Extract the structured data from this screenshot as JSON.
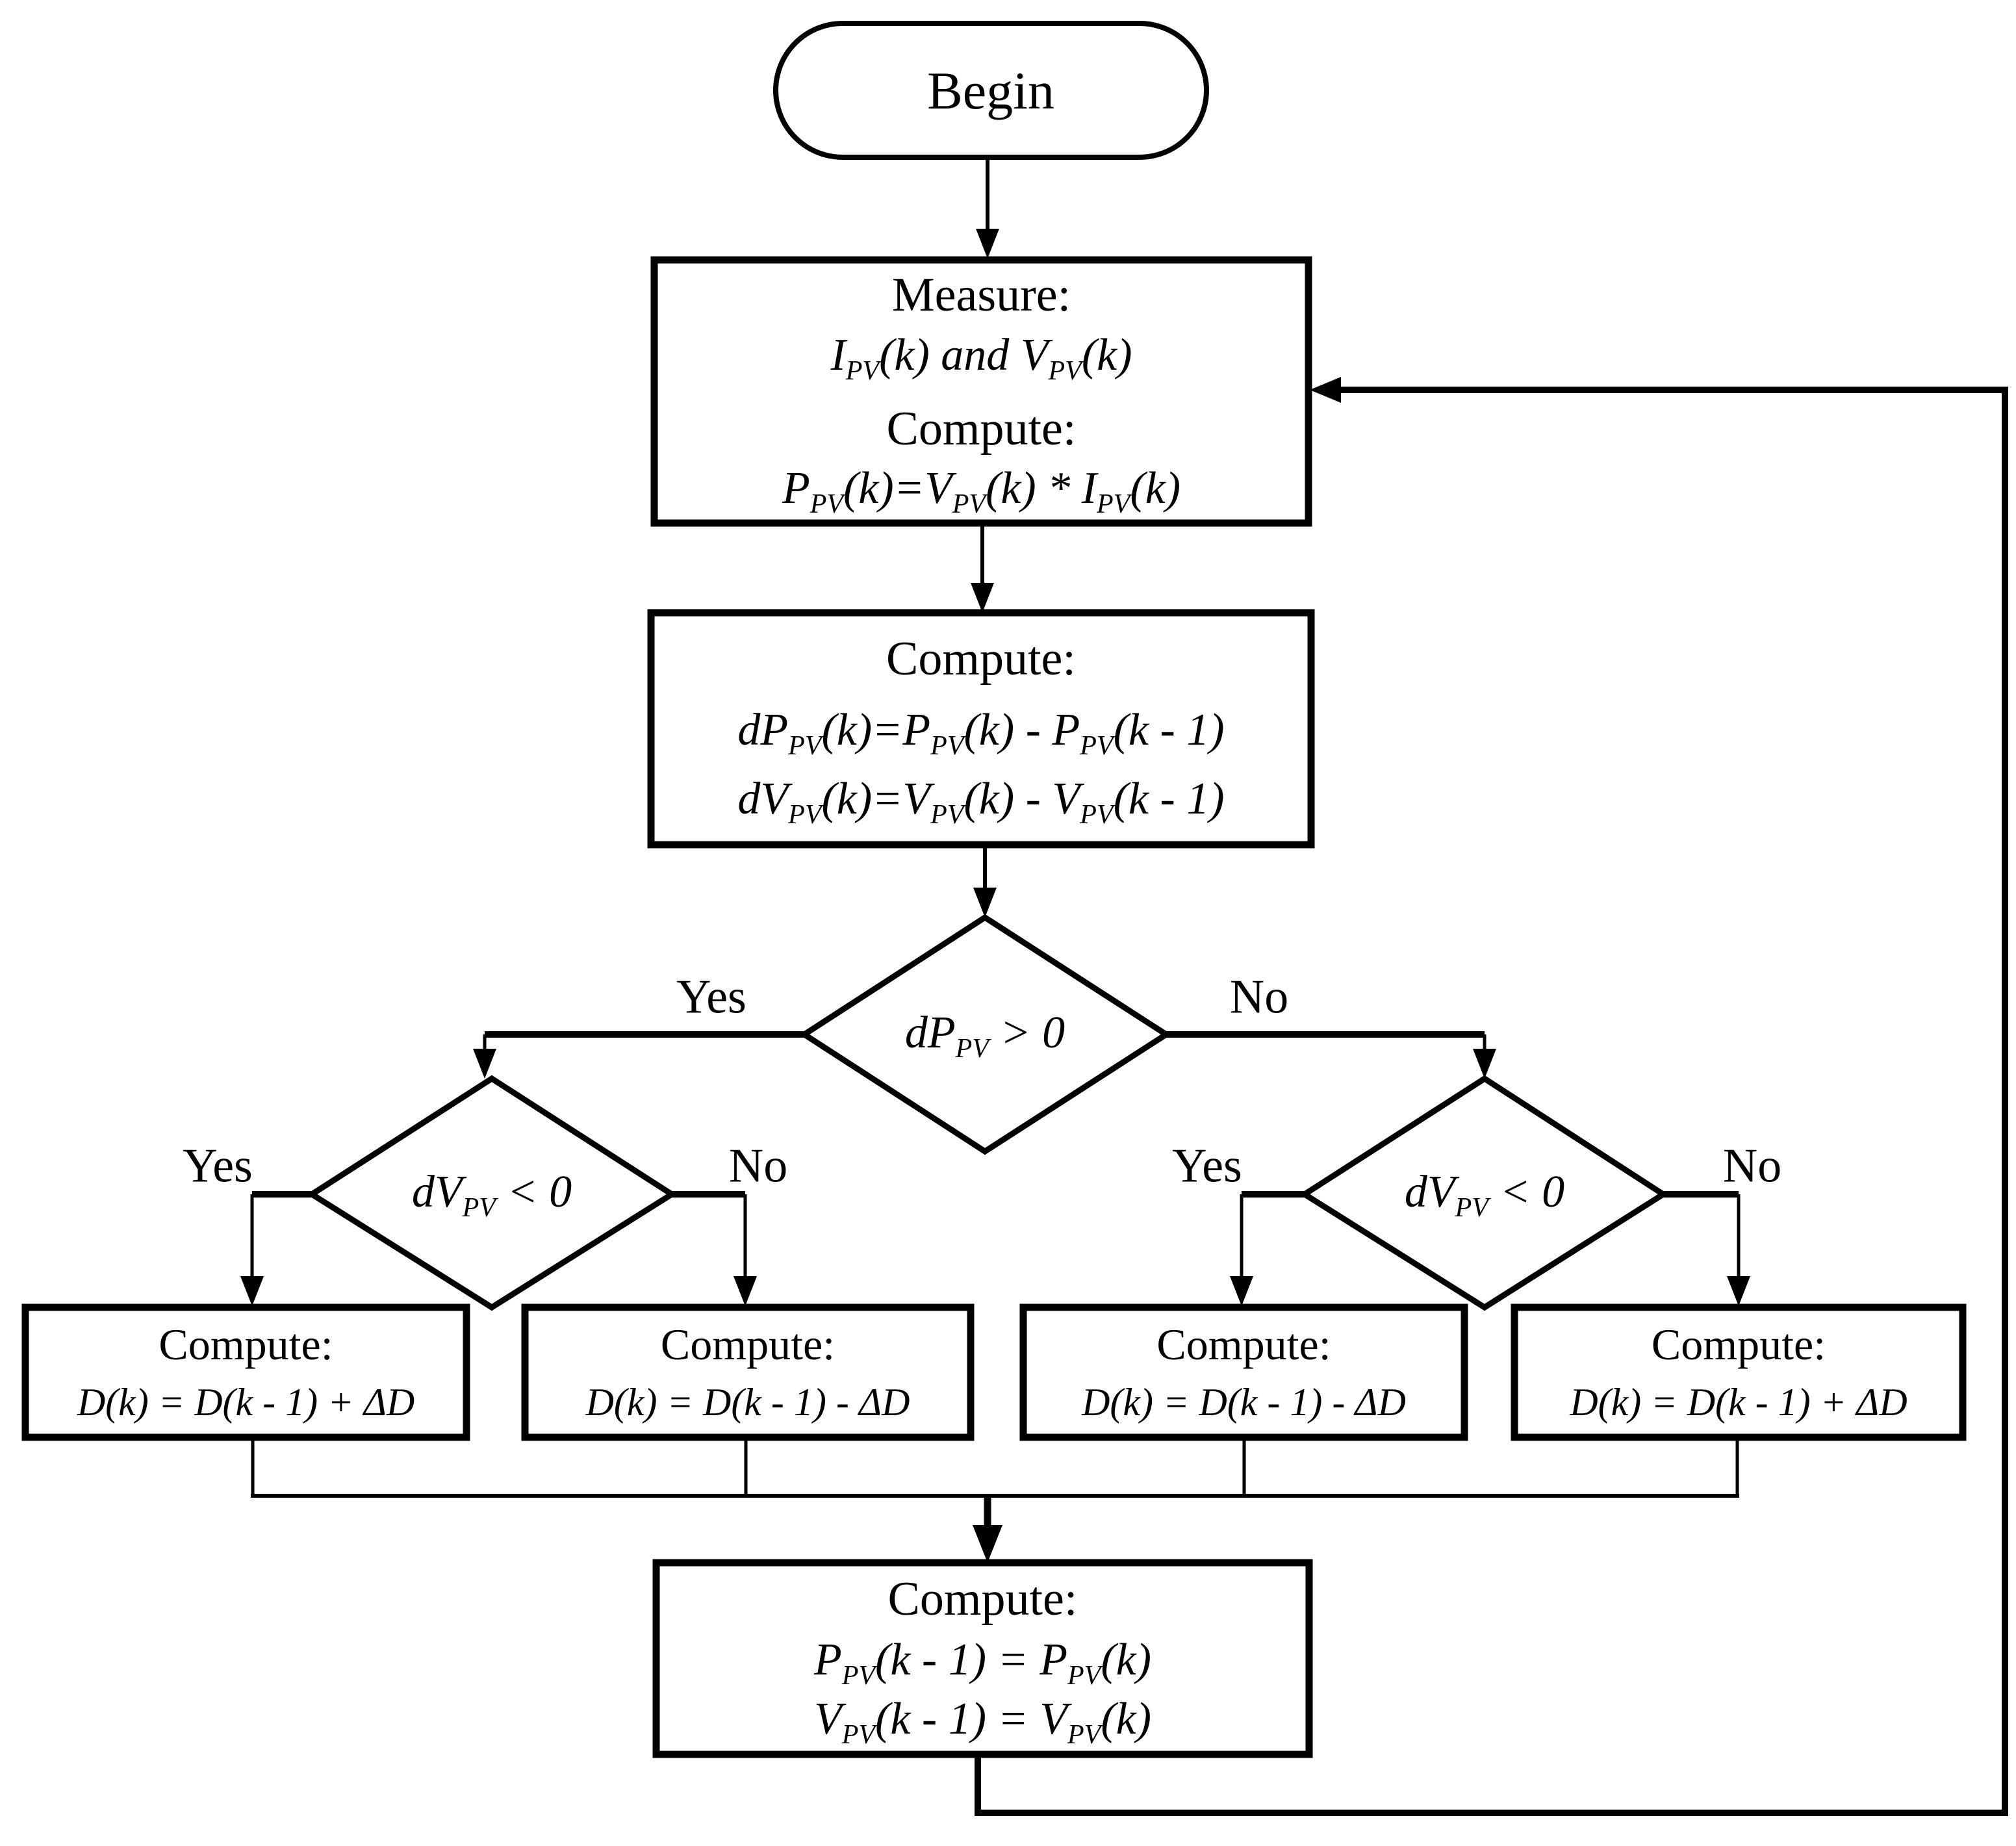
{
  "flowchart": {
    "colors": {
      "stroke": "#000000",
      "background": "#ffffff"
    },
    "begin": {
      "label": "Begin"
    },
    "measure_box": {
      "header1": "Measure:",
      "formula1": "I~PV~(k) and V~PV~(k)",
      "header2": "Compute:",
      "formula2": "P~PV~(k)=V~PV~(k) * I~PV~(k)"
    },
    "delta_box": {
      "header": "Compute:",
      "formula1": "dP~PV~(k)=P~PV~(k) - P~PV~(k - 1)",
      "formula2": "dV~PV~(k)=V~PV~(k) - V~PV~(k - 1)"
    },
    "decision_dp": {
      "label": "dP~PV~ > 0",
      "yes_label": "Yes",
      "no_label": "No"
    },
    "decision_dv_left": {
      "label": "dV~PV~ < 0",
      "yes_label": "Yes",
      "no_label": "No"
    },
    "decision_dv_right": {
      "label": "dV~PV~ < 0",
      "yes_label": "Yes",
      "no_label": "No"
    },
    "duty_boxes": [
      {
        "header": "Compute:",
        "formula": "D(k) = D(k - 1) + ΔD"
      },
      {
        "header": "Compute:",
        "formula": "D(k) = D(k - 1) - ΔD"
      },
      {
        "header": "Compute:",
        "formula": "D(k) = D(k - 1) - ΔD"
      },
      {
        "header": "Compute:",
        "formula": "D(k) = D(k - 1) + ΔD"
      }
    ],
    "update_box": {
      "header": "Compute:",
      "formula1": "P~PV~(k - 1) = P~PV~(k)",
      "formula2": "V~PV~(k - 1) = V~PV~(k)"
    }
  }
}
